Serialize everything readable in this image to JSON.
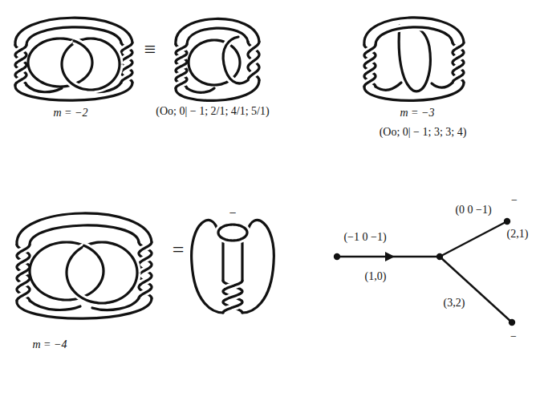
{
  "diagram": {
    "labels": [
      "m = −2",
      "≡",
      "(Oo; 0| − 1; 2/1; 4/1; 5/1)",
      "m = −3",
      "(Oo; 0| − 1; 3; 3; 4)",
      "m = −4",
      "=",
      "−",
      "(−1 0 −1)",
      "(1,0)",
      "(0 0 −1)",
      "−",
      "(2,1)",
      "(3,2)",
      "−"
    ]
  }
}
